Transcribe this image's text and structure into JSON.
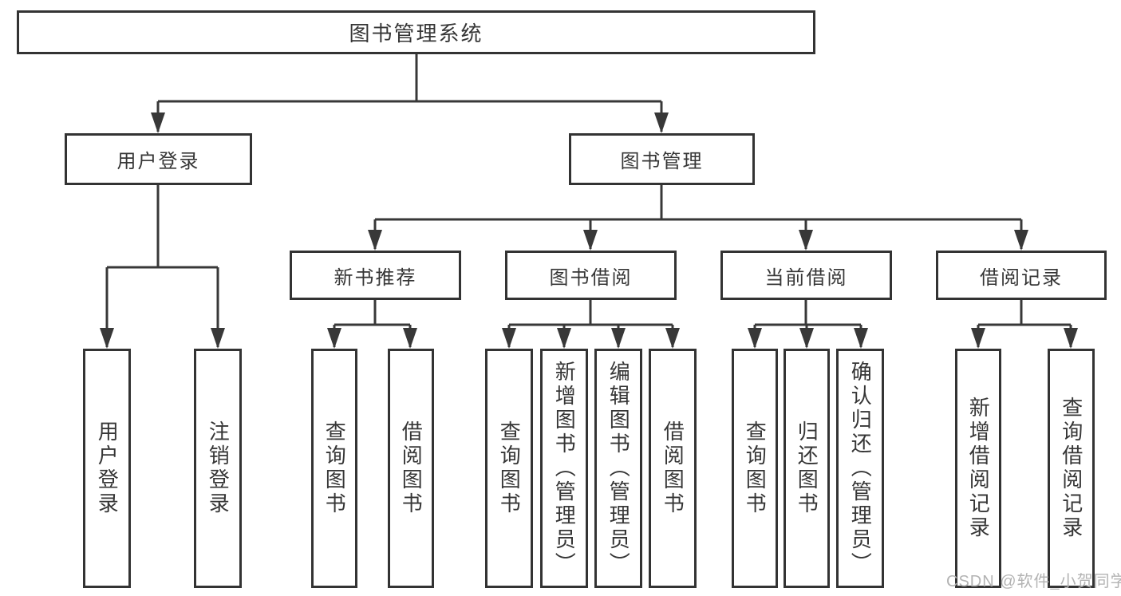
{
  "colors": {
    "line": "#383838",
    "box_border": "#333333",
    "text": "#363636",
    "background": "#ffffff",
    "watermark": "#b3b3b3"
  },
  "tree": {
    "root": {
      "label": "图书管理系统",
      "children": [
        {
          "label": "用户登录",
          "children": [
            {
              "label": "用户登录"
            },
            {
              "label": "注销登录"
            }
          ]
        },
        {
          "label": "图书管理",
          "children": [
            {
              "label": "新书推荐",
              "children": [
                {
                  "label": "查询图书"
                },
                {
                  "label": "借阅图书"
                }
              ]
            },
            {
              "label": "图书借阅",
              "children": [
                {
                  "label": "查询图书"
                },
                {
                  "label": "新增图书（管理员）"
                },
                {
                  "label": "编辑图书（管理员）"
                },
                {
                  "label": "借阅图书"
                }
              ]
            },
            {
              "label": "当前借阅",
              "children": [
                {
                  "label": "查询图书"
                },
                {
                  "label": "归还图书"
                },
                {
                  "label": "确认归还（管理员）"
                }
              ]
            },
            {
              "label": "借阅记录",
              "children": [
                {
                  "label": "新增借阅记录"
                },
                {
                  "label": "查询借阅记录"
                }
              ]
            }
          ]
        }
      ]
    }
  },
  "watermark": {
    "text": "CSDN @软件_小贺同学"
  }
}
